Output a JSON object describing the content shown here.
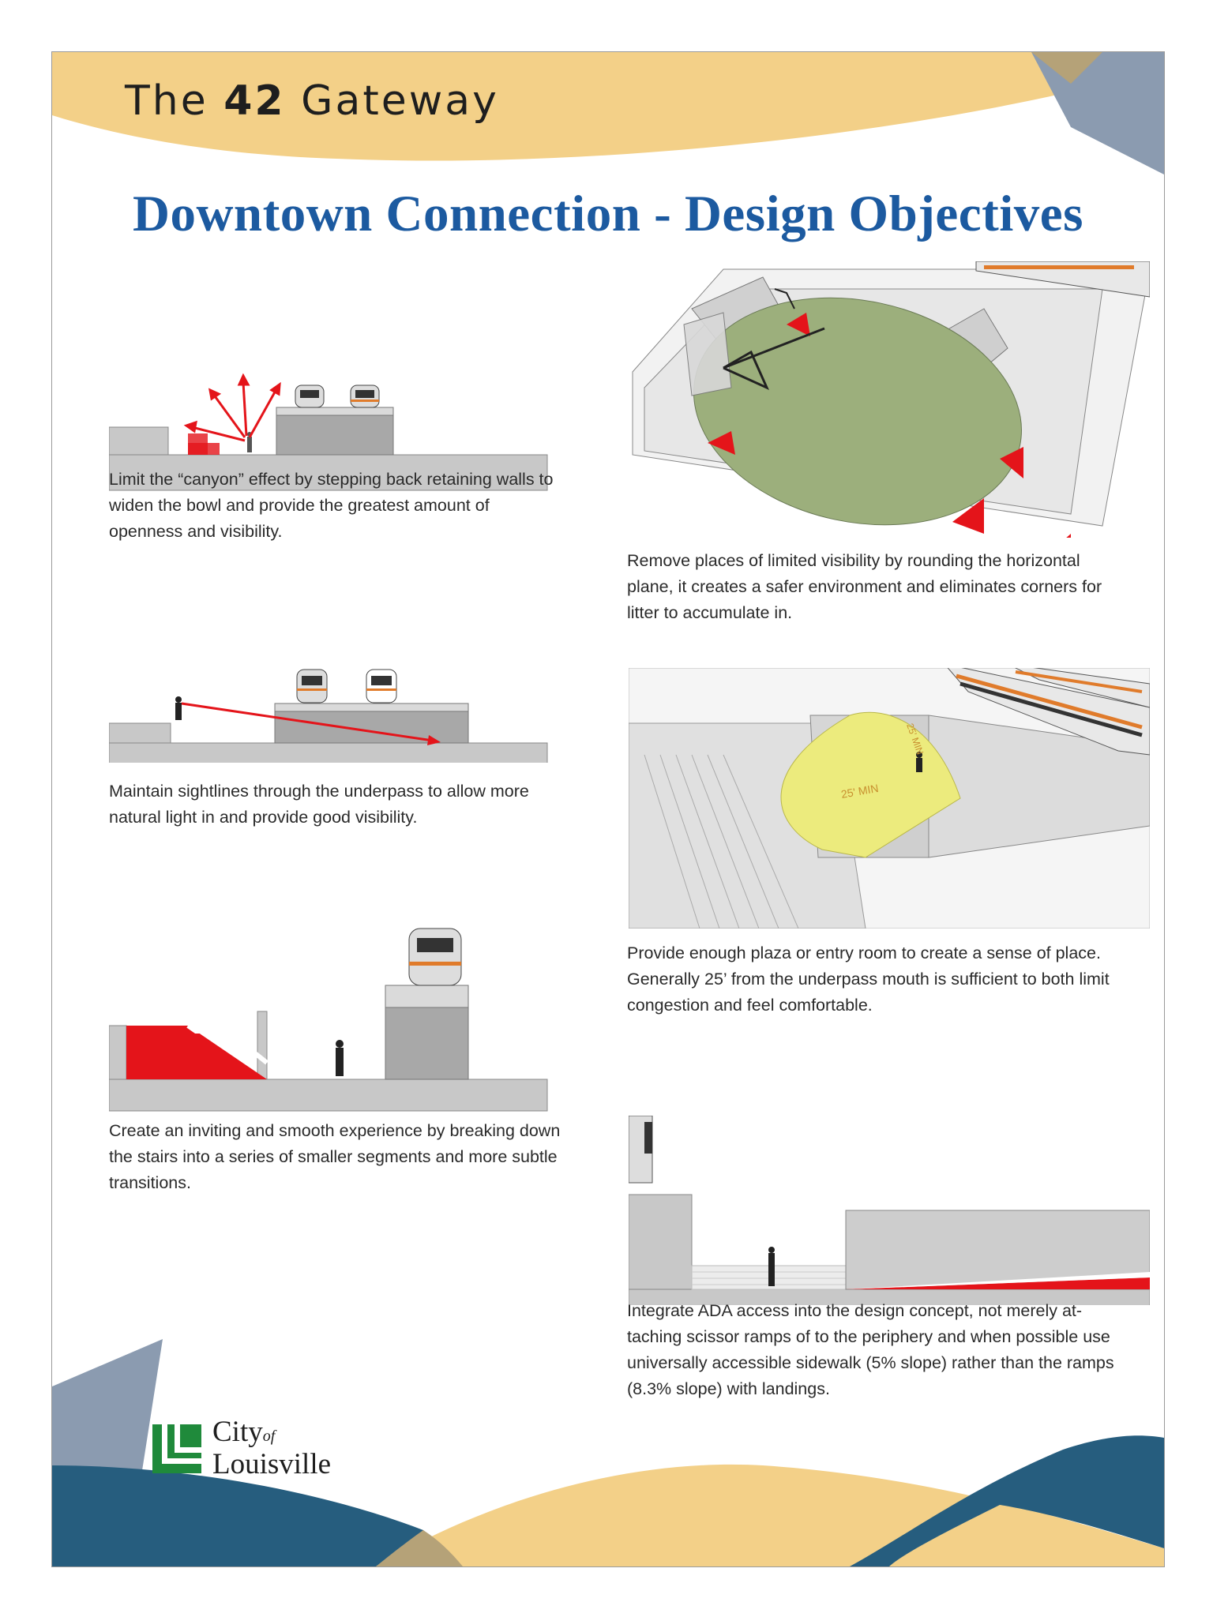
{
  "header": {
    "gateway_prefix": "The",
    "gateway_number": "42",
    "gateway_suffix": "Gateway",
    "title": "Downtown Connection - Design Objectives"
  },
  "objectives": [
    {
      "caption": "Limit the “canyon” effect by stepping back retaining walls to widen the bowl and provide the greatest amount of openness and visibility."
    },
    {
      "caption": "Remove places of limited visibility by rounding the horizontal plane, it creates a safer environment and eliminates corners for litter to accumulate in."
    },
    {
      "caption": "Maintain sightlines through the underpass to allow more natural light in and provide good visibility."
    },
    {
      "caption": "Provide enough plaza or entry room to create a sense of place. Generally 25’ from the underpass mouth is sufficient to both limit congestion and feel comfortable."
    },
    {
      "caption": "Create an inviting and smooth experience by breaking down the stairs into a series of smaller segments and more subtle transitions."
    },
    {
      "caption": "Integrate ADA access into the design concept, not merely at-taching scissor ramps of to the periphery and when possible use universally accessible sidewalk (5% slope) rather than the ramps (8.3% slope) with landings."
    }
  ],
  "diagram_labels": {
    "plaza_radius": "25' MIN",
    "clearance": "25' MIN"
  },
  "logo": {
    "city": "City",
    "of": "of",
    "location": "Louisville"
  },
  "colors": {
    "gold": "#f3d088",
    "slate": "#8b9bb0",
    "navy": "#265d7e",
    "title_blue": "#1c5aa0",
    "accent_red": "#e4141a",
    "plaza_green": "#9caf7c",
    "plaza_yellow": "#eceb7d",
    "logo_green": "#1f8a3b"
  }
}
